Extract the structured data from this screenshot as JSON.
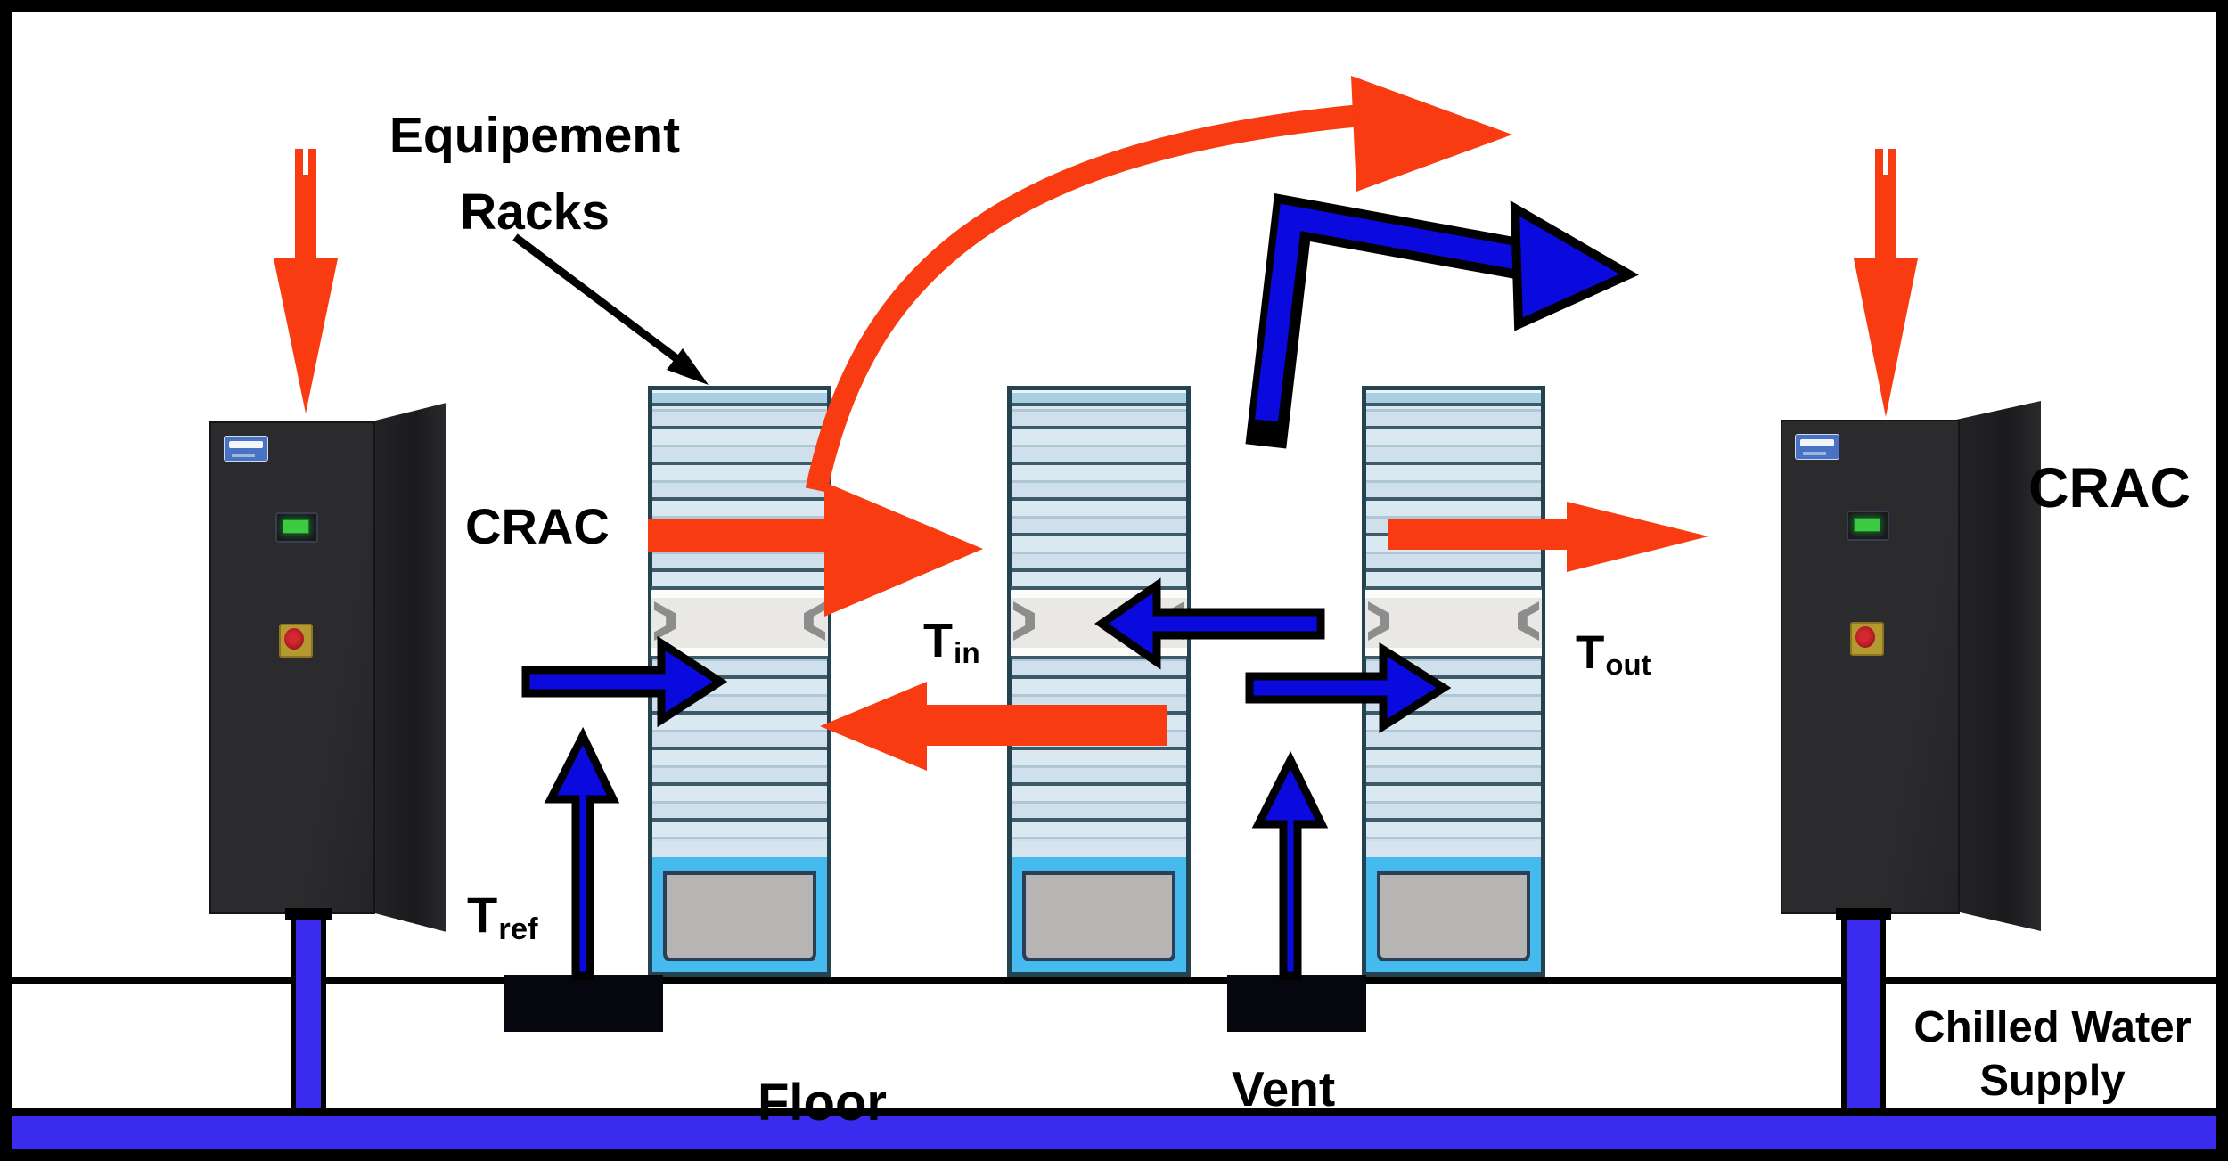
{
  "diagram": {
    "type": "data-center-cooling-schematic",
    "description": "Cross-section of a raised-floor data center with two CRAC units, three equipment racks, underfloor vents and a chilled water supply loop"
  },
  "labels": {
    "equipment_racks": {
      "line1": "Equipement",
      "line2": "Racks"
    },
    "crac_left": "CRAC",
    "crac_right": "CRAC",
    "t_in": {
      "base": "T",
      "sub": "in"
    },
    "t_out": {
      "base": "T",
      "sub": "out"
    },
    "t_ref": {
      "base": "T",
      "sub": "ref"
    },
    "vent": "Vent",
    "floor": "Floor",
    "chilled_water": {
      "line1": "Chilled Water",
      "line2": "Supply"
    }
  },
  "arrows": [
    {
      "name": "hot-air-down-arrow-left",
      "direction": "down",
      "color": "hot_air"
    },
    {
      "name": "hot-air-down-arrow-right",
      "direction": "down",
      "color": "hot_air"
    },
    {
      "name": "hot-exhaust-curved-arrow",
      "direction": "up-right",
      "color": "hot_air"
    },
    {
      "name": "hot-exhaust-arrow-rack1",
      "direction": "right",
      "color": "hot_air"
    },
    {
      "name": "hot-recirculation-arrow-rack2",
      "direction": "left",
      "color": "hot_air"
    },
    {
      "name": "hot-exhaust-arrow-rack3",
      "direction": "right",
      "color": "hot_air"
    },
    {
      "name": "cold-return-bent-arrow",
      "direction": "up-right",
      "color": "cold_air"
    },
    {
      "name": "cold-inlet-arrow-rack1",
      "direction": "right",
      "color": "cold_air"
    },
    {
      "name": "cold-inlet-arrow-rack2",
      "direction": "left",
      "color": "cold_air"
    },
    {
      "name": "cold-inlet-arrow-rack3",
      "direction": "right",
      "color": "cold_air"
    },
    {
      "name": "vent-up-arrow-tref",
      "direction": "up",
      "color": "cold_air"
    },
    {
      "name": "vent-up-arrow",
      "direction": "up",
      "color": "cold_air"
    },
    {
      "name": "equipment-racks-pointer-arrow",
      "direction": "down-right",
      "color": "arrow_outline"
    }
  ],
  "colors": {
    "hot_air": "#F83B10",
    "cold_air": "#0A0ADF",
    "arrow_outline": "#000000",
    "pipe": "#3A2BEE",
    "rack_border": "#24424F",
    "rack_line": "#3C5A68",
    "rack_body": "#CFE0EC",
    "rack_cap": "#A9CFE2",
    "base_trim": "#44BAEE",
    "base_fill": "#B7B4B4",
    "crac_front": "#2B2B2E",
    "crac_side": "#1B1B1D",
    "display_green": "#3ECB44",
    "vent": "#06060E",
    "floor_line": "#000000",
    "frame": "#000000",
    "background": "#FFFFFF"
  }
}
